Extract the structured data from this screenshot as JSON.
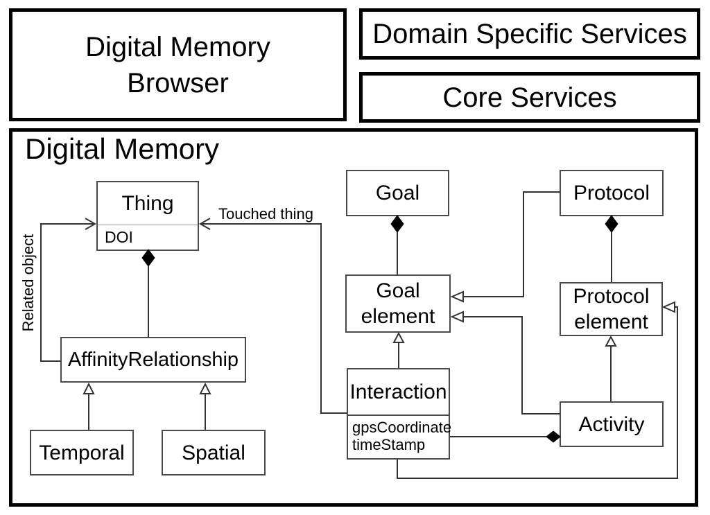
{
  "header": {
    "browser_title": "Digital Memory Browser",
    "domain_services_title": "Domain Specific Services",
    "core_services_title": "Core Services"
  },
  "diagram": {
    "title": "Digital Memory",
    "classes": {
      "thing": {
        "name": "Thing",
        "attributes": [
          "DOI"
        ]
      },
      "goal": {
        "name": "Goal"
      },
      "protocol": {
        "name": "Protocol"
      },
      "goal_element": {
        "name": "Goal element"
      },
      "protocol_element": {
        "name": "Protocol element"
      },
      "affinity_relationship": {
        "name": "AffinityRelationship"
      },
      "interaction": {
        "name": "Interaction",
        "attributes": [
          "gpsCoordinate",
          "timeStamp"
        ]
      },
      "activity": {
        "name": "Activity"
      },
      "temporal": {
        "name": "Temporal"
      },
      "spatial": {
        "name": "Spatial"
      }
    },
    "edge_labels": {
      "touched_thing": "Touched thing",
      "related_object": "Related object"
    },
    "colors": {
      "background": "#ffffff",
      "text": "#000000",
      "outer_border": "#000000",
      "class_border": "#4a4a4a",
      "connector_line": "#333333",
      "composition_diamond": "#000000",
      "inheritance_triangle_fill": "#ffffff"
    }
  }
}
